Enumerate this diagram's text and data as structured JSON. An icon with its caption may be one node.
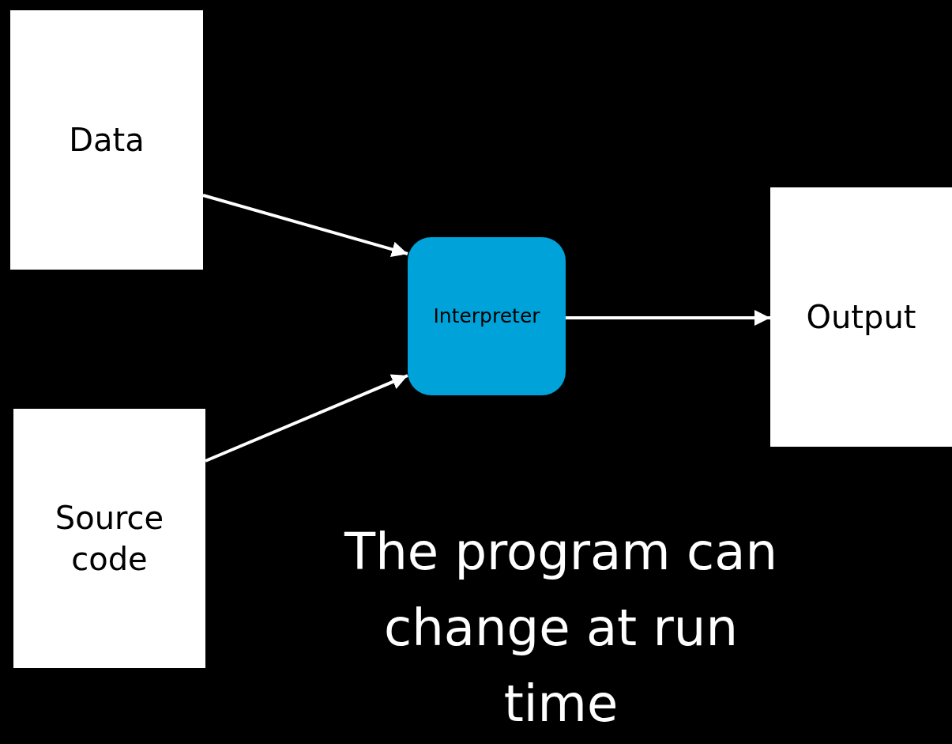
{
  "diagram": {
    "nodes": [
      {
        "text": [
          "Data"
        ]
      },
      {
        "text": [
          "Source code"
        ]
      },
      {
        "text": [
          "Interpreter"
        ]
      },
      {
        "text": [
          "Output"
        ]
      }
    ],
    "edges": [
      {
        "from": 0,
        "to": 2,
        "arrow": "to"
      },
      {
        "from": 1,
        "to": 2,
        "arrow": "to"
      },
      {
        "from": 2,
        "to": 3,
        "arrow": "to"
      }
    ],
    "labels": [
      "The program can change at run time"
    ]
  }
}
